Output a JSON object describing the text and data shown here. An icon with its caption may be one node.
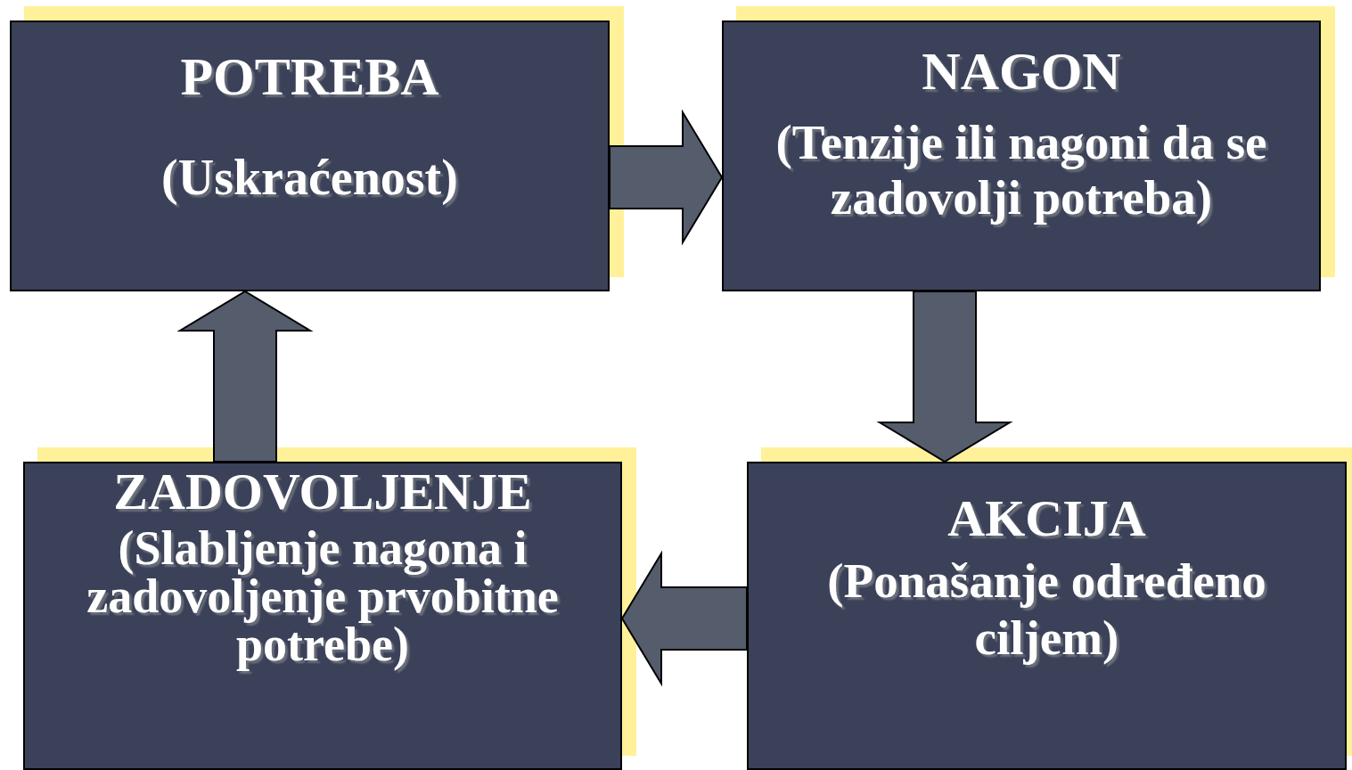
{
  "diagram": {
    "nodes": [
      {
        "text": [
          "POTREBA",
          "(Uskraćenost)"
        ]
      },
      {
        "text": [
          "NAGON",
          "(Tenzije ili nagoni da se zadovolji potreba)"
        ]
      },
      {
        "text": [
          "AKCIJA",
          "(Ponašanje određeno ciljem)"
        ]
      },
      {
        "text": [
          "ZADOVOLJENJE",
          "(Slabljenje nagona i zadovoljenje prvobitne potrebe)"
        ]
      }
    ],
    "edges": [
      {
        "from": 0,
        "to": 1,
        "arrow": "to"
      },
      {
        "from": 1,
        "to": 2,
        "arrow": "to"
      },
      {
        "from": 2,
        "to": 3,
        "arrow": "to"
      },
      {
        "from": 3,
        "to": 0,
        "arrow": "to"
      }
    ]
  }
}
